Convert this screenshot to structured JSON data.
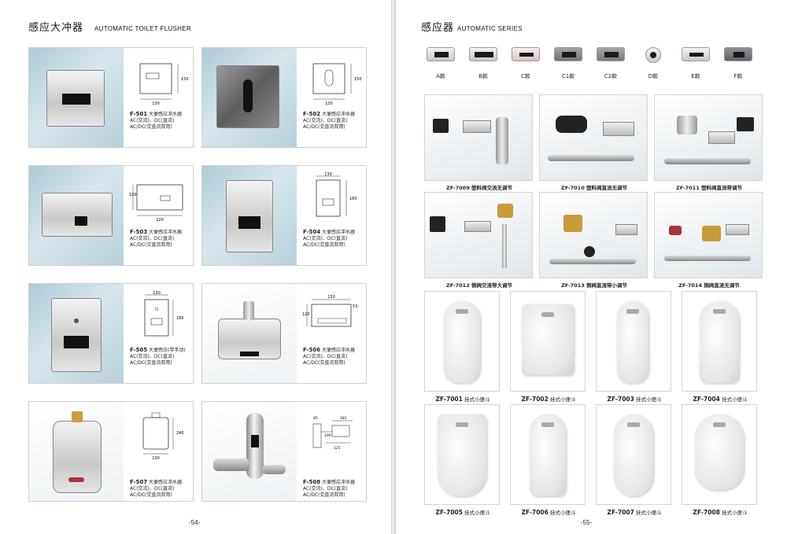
{
  "left_page": {
    "title_zh": "感应大冲器",
    "title_en": "AUTOMATIC TOILET FLUSHER",
    "page_number": "-54-",
    "products": [
      {
        "code": "F-501",
        "name": "大便感应冲水器",
        "line1": "AC(交流)、DC(直流)",
        "line2": "AC/DC(交直流双用)",
        "dims": [
          "130",
          "150"
        ]
      },
      {
        "code": "F-502",
        "name": "大便感应冲水器",
        "line1": "AC(交流)、DC(直流)",
        "line2": "AC/DC(交直流双用)",
        "dims": [
          "130",
          "150"
        ]
      },
      {
        "code": "F-503",
        "name": "大便感应冲水器",
        "line1": "AC(交流)、DC(直流)",
        "line2": "AC/DC(交直流双用)",
        "dims": [
          "220",
          "120"
        ]
      },
      {
        "code": "F-504",
        "name": "大便感应冲水器",
        "line1": "AC(交流)、DC(直流)",
        "line2": "AC/DC(交直流双用)",
        "dims": [
          "130",
          "180"
        ]
      },
      {
        "code": "F-505",
        "name": "大便感应(带手动)",
        "line1": "AC(交流)、DC(直流)",
        "line2": "AC/DC(交直流双用)",
        "dims": [
          "130",
          "180"
        ]
      },
      {
        "code": "F-506",
        "name": "大便感应冲水器",
        "line1": "AC(交流)、DC(直流)",
        "line2": "AC/DC(交直流双用)",
        "dims": [
          "150",
          "120",
          "53"
        ]
      },
      {
        "code": "F-507",
        "name": "大便感应冲水器",
        "line1": "AC(交流)、DC(直流)",
        "line2": "AC/DC(交直流双用)",
        "dims": [
          "130",
          "240"
        ]
      },
      {
        "code": "F-508",
        "name": "大便感应冲水器",
        "line1": "AC(交流)、DC(直流)",
        "line2": "AC/DC(交直流双用)",
        "dims": [
          "85",
          "181",
          "100",
          "125"
        ]
      }
    ]
  },
  "right_page": {
    "title_zh": "感应器",
    "title_en": "AUTOMATIC SERIES",
    "page_number": "-55-",
    "variants": [
      "A款",
      "B款",
      "C款",
      "C1款",
      "C2款",
      "D款",
      "E款",
      "F款"
    ],
    "kits": [
      {
        "code": "ZF-7009",
        "desc": "塑料阀交流无调节"
      },
      {
        "code": "ZF-7010",
        "desc": "塑料阀直流无调节"
      },
      {
        "code": "ZF-7011",
        "desc": "塑料阀直流带调节"
      },
      {
        "code": "ZF-7012",
        "desc": "铜阀交流带大调节"
      },
      {
        "code": "ZF-7013",
        "desc": "铜阀直流带小调节"
      },
      {
        "code": "ZF-7014",
        "desc": "铜阀直流无调节"
      }
    ],
    "urinals": [
      {
        "code": "ZF-7001",
        "desc": "挂式小便斗"
      },
      {
        "code": "ZF-7002",
        "desc": "挂式小便斗"
      },
      {
        "code": "ZF-7003",
        "desc": "挂式小便斗"
      },
      {
        "code": "ZF-7004",
        "desc": "挂式小便斗"
      },
      {
        "code": "ZF-7005",
        "desc": "挂式小便斗"
      },
      {
        "code": "ZF-7006",
        "desc": "挂式小便斗"
      },
      {
        "code": "ZF-7007",
        "desc": "挂式小便斗"
      },
      {
        "code": "ZF-7008",
        "desc": "挂式小便斗"
      }
    ]
  }
}
